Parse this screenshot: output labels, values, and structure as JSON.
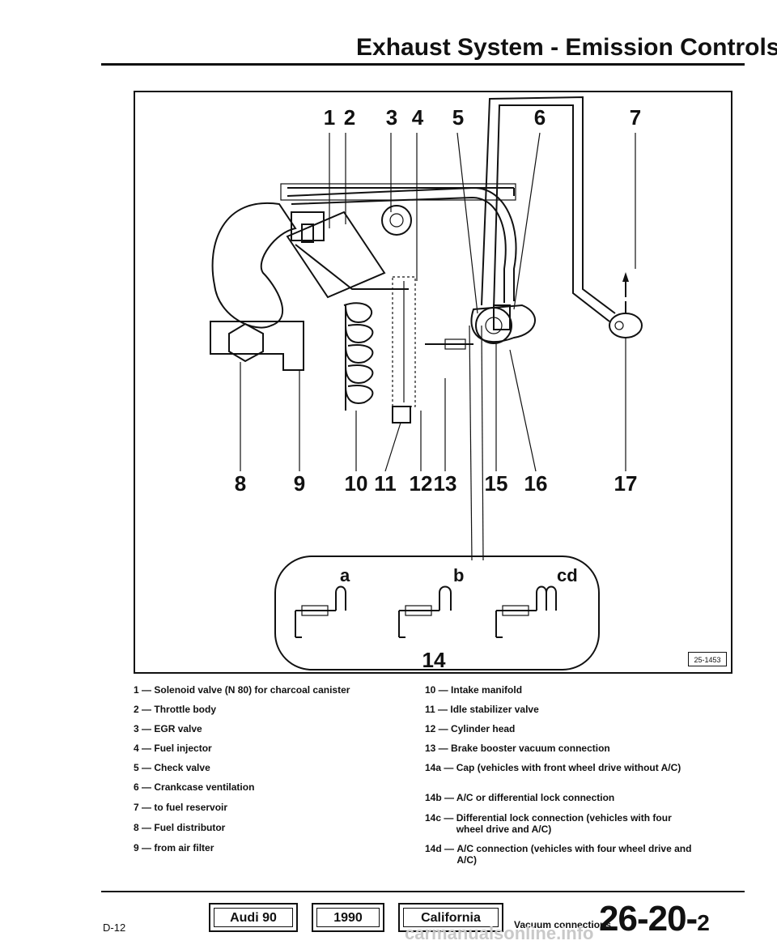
{
  "header": {
    "title": "Exhaust System - Emission Controls"
  },
  "figure": {
    "top_numbers": [
      "1",
      "2",
      "3",
      "4",
      "5",
      "6",
      "7"
    ],
    "bottom_numbers": [
      "8",
      "9",
      "10",
      "11",
      "12",
      "13",
      "15",
      "16",
      "17"
    ],
    "inset_letters": [
      "a",
      "b",
      "cd"
    ],
    "inset_number": "14",
    "code": "25-1453"
  },
  "legend": {
    "left": [
      {
        "num": "1 —",
        "desc": "Solenoid valve (N 80) for charcoal canister"
      },
      {
        "num": "2 —",
        "desc": "Throttle body"
      },
      {
        "num": "3 —",
        "desc": "EGR valve"
      },
      {
        "num": "4 —",
        "desc": "Fuel injector"
      },
      {
        "num": "5 —",
        "desc": "Check valve"
      },
      {
        "num": "6 —",
        "desc": "Crankcase ventilation"
      },
      {
        "num": "7 —",
        "desc": "to fuel reservoir"
      },
      {
        "num": "8 —",
        "desc": "Fuel distributor"
      },
      {
        "num": "9 —",
        "desc": "from air filter"
      }
    ],
    "right": [
      {
        "num": "10 —",
        "desc": "Intake manifold"
      },
      {
        "num": "11 —",
        "desc": "Idle stabilizer valve"
      },
      {
        "num": "12 —",
        "desc": "Cylinder head"
      },
      {
        "num": "13 —",
        "desc": "Brake booster vacuum connection"
      },
      {
        "num": "14a —",
        "desc": "Cap (vehicles with front wheel drive without A/C)"
      },
      {
        "num": "14b —",
        "desc": "A/C or differential lock connection"
      },
      {
        "num": "14c —",
        "desc": "Differential lock connection (vehicles with four wheel drive and A/C)"
      },
      {
        "num": "14d —",
        "desc": "A/C connection (vehicles with four wheel drive and A/C)"
      }
    ]
  },
  "footer": {
    "page": "D-12",
    "tags": [
      "Audi 90",
      "1990",
      "California"
    ],
    "caption": "Vacuum connections",
    "number": "26-20-",
    "number_suffix": "2"
  },
  "watermark": "carmanualsonline.info"
}
